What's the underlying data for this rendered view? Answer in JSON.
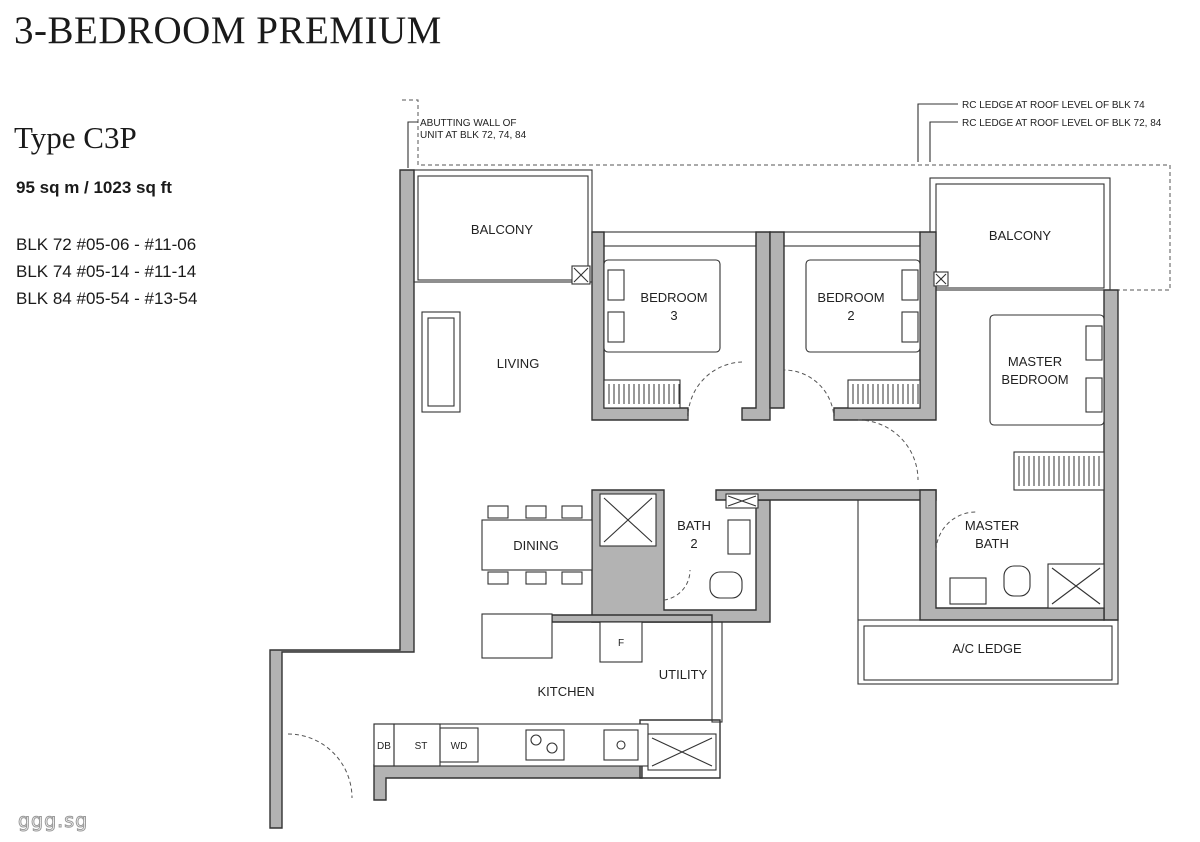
{
  "header": {
    "title": "3-BEDROOM PREMIUM"
  },
  "unit": {
    "type": "Type C3P",
    "area": "95 sq m / 1023 sq ft",
    "blocks": [
      "BLK 72 #05-06 - #11-06",
      "BLK 74 #05-14 - #11-14",
      "BLK 84 #05-54 - #13-54"
    ]
  },
  "annotations": {
    "abutting_line1": "ABUTTING WALL OF",
    "abutting_line2": "UNIT AT BLK 72, 74, 84",
    "rc_ledge_74": "RC LEDGE AT ROOF LEVEL OF BLK 74",
    "rc_ledge_72_84": "RC LEDGE AT ROOF LEVEL OF BLK 72, 84"
  },
  "rooms": {
    "balcony_left": "BALCONY",
    "balcony_right": "BALCONY",
    "bedroom3_line1": "BEDROOM",
    "bedroom3_line2": "3",
    "bedroom2_line1": "BEDROOM",
    "bedroom2_line2": "2",
    "master_bedroom_line1": "MASTER",
    "master_bedroom_line2": "BEDROOM",
    "living": "LIVING",
    "dining": "DINING",
    "bath2_line1": "BATH",
    "bath2_line2": "2",
    "master_bath_line1": "MASTER",
    "master_bath_line2": "BATH",
    "ac_ledge": "A/C LEDGE",
    "utility": "UTILITY",
    "kitchen": "KITCHEN"
  },
  "fixtures": {
    "fridge": "F",
    "db": "DB",
    "st": "ST",
    "wd": "WD"
  },
  "watermark": "ggg.sg"
}
